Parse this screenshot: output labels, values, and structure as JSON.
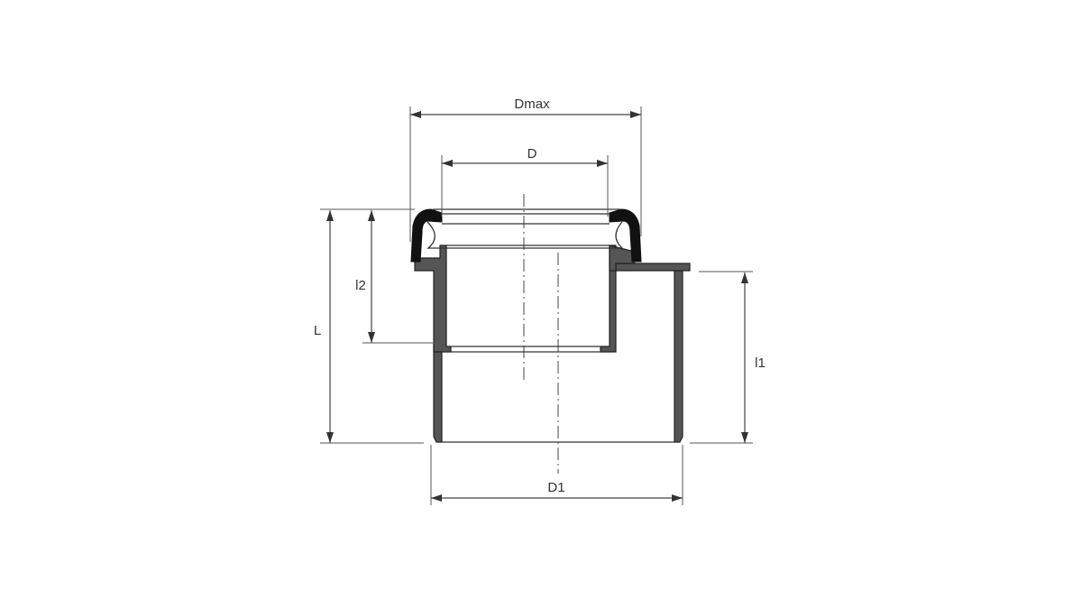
{
  "diagram": {
    "labels": {
      "dmax": "Dmax",
      "d": "D",
      "l": "L",
      "l2": "l2",
      "l1": "l1",
      "d1": "D1"
    }
  }
}
